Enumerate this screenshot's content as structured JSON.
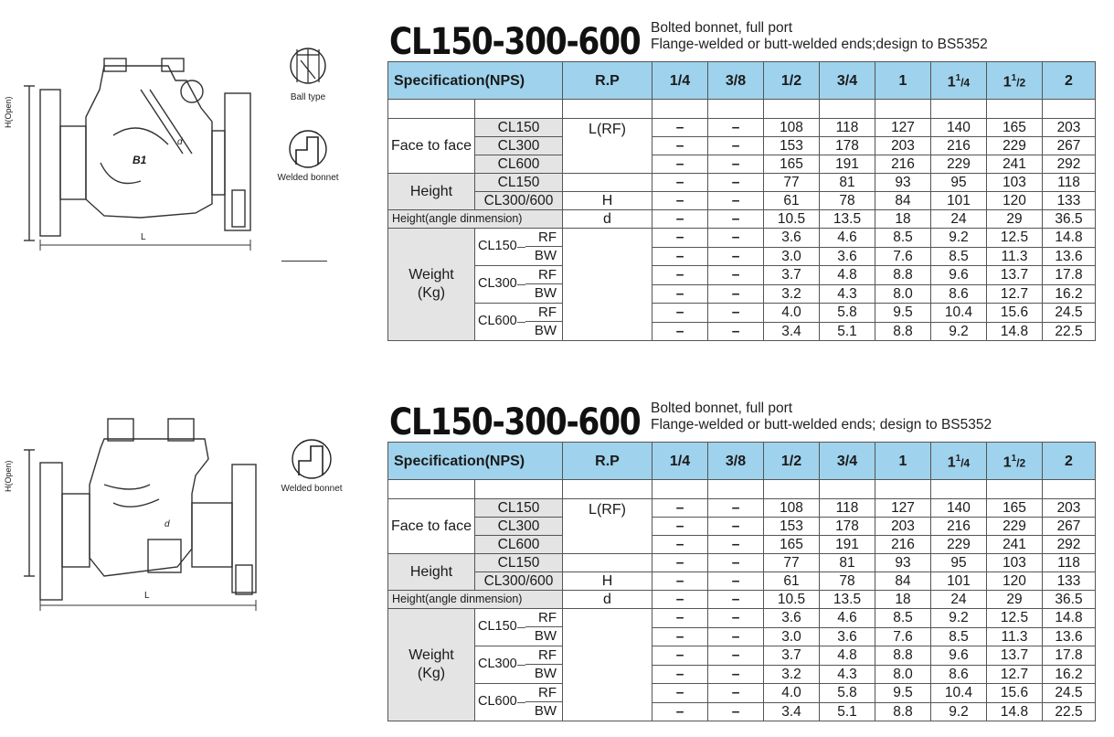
{
  "blocks": [
    {
      "title": "CL150-300-600",
      "subtitle_line1": "Bolted bonnet, full port",
      "subtitle_line2": "Flange-welded or butt-welded ends;design to BS5352",
      "icons": [
        {
          "label": "Ball type",
          "name": "ball-type-icon"
        },
        {
          "label": "Welded bonnet",
          "name": "welded-bonnet-icon"
        }
      ],
      "drawing_labels": {
        "height": "H(Open)",
        "length": "L",
        "code": "B1",
        "d": "d"
      }
    },
    {
      "title": "CL150-300-600",
      "subtitle_line1": "Bolted bonnet, full port",
      "subtitle_line2": "Flange-welded or butt-welded ends; design to BS5352",
      "icons": [
        {
          "label": "Welded bonnet",
          "name": "welded-bonnet-icon"
        }
      ],
      "drawing_labels": {
        "height": "H(Open)",
        "length": "L",
        "code": "",
        "d": "d"
      }
    }
  ],
  "table": {
    "header": {
      "spec": "Specification(NPS)",
      "rp": "R.P",
      "sizes": [
        "1/4",
        "3/8",
        "1/2",
        "3/4",
        "1",
        "1",
        "1",
        "2"
      ],
      "sizes_sup": [
        "",
        "",
        "",
        "",
        "",
        "1",
        "1",
        ""
      ],
      "sizes_tail": [
        "",
        "",
        "",
        "",
        "",
        "/4",
        "/2",
        ""
      ]
    },
    "face": {
      "label": "Face to face",
      "rp": "L(RF)",
      "rows": [
        {
          "cls": "CL150",
          "v": [
            "–",
            "–",
            "108",
            "118",
            "127",
            "140",
            "165",
            "203"
          ]
        },
        {
          "cls": "CL300",
          "v": [
            "–",
            "–",
            "153",
            "178",
            "203",
            "216",
            "229",
            "267"
          ]
        },
        {
          "cls": "CL600",
          "v": [
            "–",
            "–",
            "165",
            "191",
            "216",
            "229",
            "241",
            "292"
          ]
        }
      ]
    },
    "height": {
      "label": "Height",
      "rows": [
        {
          "cls": "CL150",
          "rp": "",
          "v": [
            "–",
            "–",
            "77",
            "81",
            "93",
            "95",
            "103",
            "118"
          ]
        },
        {
          "cls": "CL300/600",
          "rp": "H",
          "v": [
            "–",
            "–",
            "61",
            "78",
            "84",
            "101",
            "120",
            "133"
          ]
        }
      ]
    },
    "angle": {
      "label": "Height(angle dinmension)",
      "rp": "d",
      "v": [
        "–",
        "–",
        "10.5",
        "13.5",
        "18",
        "24",
        "29",
        "36.5"
      ]
    },
    "weight": {
      "label_line1": "Weight",
      "label_line2": "(Kg)",
      "groups": [
        {
          "cls": "CL150",
          "rows": [
            {
              "end": "RF",
              "v": [
                "–",
                "–",
                "3.6",
                "4.6",
                "8.5",
                "9.2",
                "12.5",
                "14.8"
              ]
            },
            {
              "end": "BW",
              "v": [
                "–",
                "–",
                "3.0",
                "3.6",
                "7.6",
                "8.5",
                "11.3",
                "13.6"
              ]
            }
          ]
        },
        {
          "cls": "CL300",
          "rows": [
            {
              "end": "RF",
              "v": [
                "–",
                "–",
                "3.7",
                "4.8",
                "8.8",
                "9.6",
                "13.7",
                "17.8"
              ]
            },
            {
              "end": "BW",
              "v": [
                "–",
                "–",
                "3.2",
                "4.3",
                "8.0",
                "8.6",
                "12.7",
                "16.2"
              ]
            }
          ]
        },
        {
          "cls": "CL600",
          "rows": [
            {
              "end": "RF",
              "v": [
                "–",
                "–",
                "4.0",
                "5.8",
                "9.5",
                "10.4",
                "15.6",
                "24.5"
              ]
            },
            {
              "end": "BW",
              "v": [
                "–",
                "–",
                "3.4",
                "5.1",
                "8.8",
                "9.2",
                "14.8",
                "22.5"
              ]
            }
          ]
        }
      ]
    }
  }
}
